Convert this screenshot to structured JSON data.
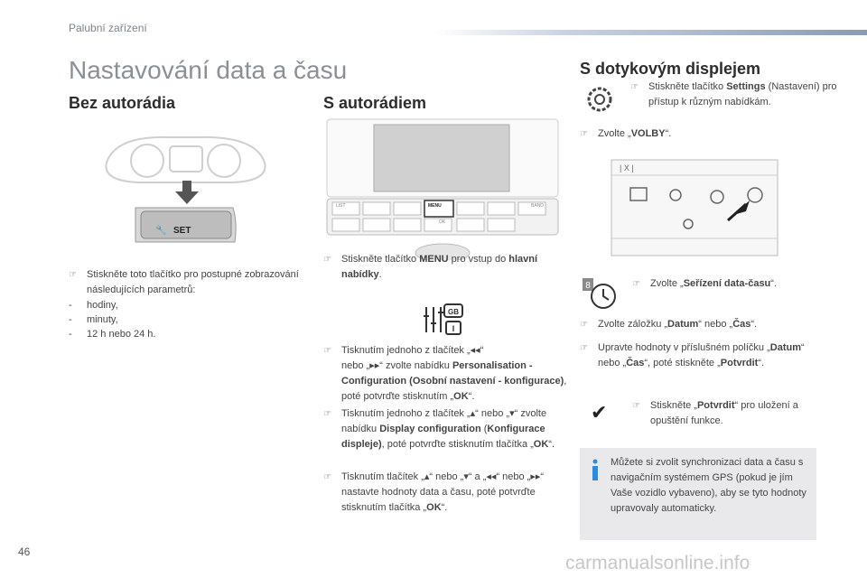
{
  "header": {
    "section_label": "Palubní zařízení"
  },
  "title": "Nastavování data a času",
  "left": {
    "heading": "Bez autorádia",
    "instruction_text": "Stiskněte toto tlačítko pro postupné zobrazování následujících parametrů:",
    "params": [
      "hodiny,",
      "minuty,",
      "12 h nebo 24 h."
    ],
    "set_button_label": "SET"
  },
  "middle": {
    "heading": "S autorádiem",
    "radio_buttons": [
      "LIST",
      "MENU",
      "BAND",
      "OK"
    ],
    "step1": {
      "pre": "Stiskněte tlačítko ",
      "b1": "MENU",
      "mid": " pro vstup do ",
      "b2": "hlavní nabídky",
      "post": "."
    },
    "step2": {
      "l1": "Tisknutím jednoho z tlačítek „◂◂“",
      "l2pre": "nebo „▸▸“ zvolte nabídku ",
      "b1": "Personalisation - Configuration (Osobní nastavení - konfigurace)",
      "post": ", poté potvrďte stisknutím „",
      "ok": "OK",
      "end": "“."
    },
    "step3": {
      "pre": "Tisknutím jednoho z tlačítek „▴“ nebo „▾“ zvolte nabídku ",
      "b1": "Display configuration",
      "mid": " (",
      "b2": "Konfigurace displeje)",
      "post": ", poté potvrďte stisknutím tlačítka „",
      "ok": "OK",
      "end": "“."
    },
    "step4": {
      "pre": "Tisknutím tlačítek „▴“ nebo „▾“ a „◂◂“ nebo „▸▸“ nastavte hodnoty data a času, poté potvrďte stisknutím tlačítka „",
      "ok": "OK",
      "end": "“."
    }
  },
  "right": {
    "heading": "S dotykovým displejem",
    "step1": {
      "pre": "Stiskněte tlačítko ",
      "b1": "Settings",
      "post": " (Nastavení) pro přístup k různým nabídkám."
    },
    "step2": {
      "pre": "Zvolte „",
      "b1": "VOLBY",
      "post": "“."
    },
    "step3": {
      "pre": "Zvolte „",
      "b1": "Seřízení data-času",
      "post": "“."
    },
    "step4": {
      "pre": "Zvolte záložku „",
      "b1": "Datum",
      "mid": "“ nebo „",
      "b2": "Čas",
      "post": "“."
    },
    "step5": {
      "pre": "Upravte hodnoty v příslušném políčku „",
      "b1": "Datum",
      "mid": "“ nebo „",
      "b2": "Čas",
      "post": "“, poté stiskněte „",
      "b3": "Potvrdit",
      "end": "“."
    },
    "step6": {
      "pre": "Stiskněte „",
      "b1": "Potvrdit",
      "post": "“ pro uložení a opuštění funkce."
    },
    "info": "Můžete si zvolit synchronizaci data a času s navigačním systémem GPS (pokud je jím Vaše vozidlo vybaveno), aby se tyto hodnoty upravovaly automaticky.",
    "badge_number": "8",
    "gb_label": "GB"
  },
  "footer": {
    "page_number": "46",
    "watermark": "carmanualsonline.info"
  }
}
